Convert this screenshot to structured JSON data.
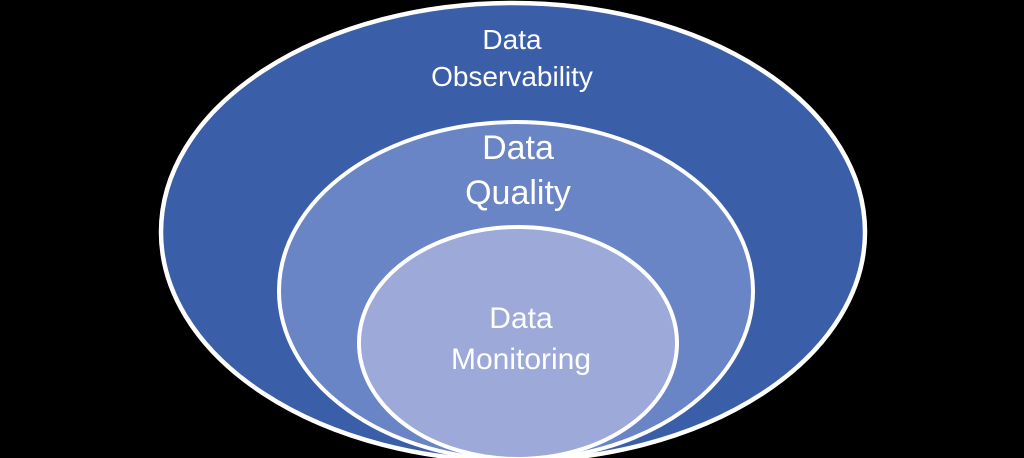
{
  "diagram": {
    "type": "nested-venn",
    "background_color": "#000000",
    "outline_color": "#FFFFFF",
    "text_color": "#FFFFFF",
    "layers": [
      {
        "id": "data-observability",
        "label": "Data\nObservability",
        "fill_color": "#3B5EA9",
        "level": "outer"
      },
      {
        "id": "data-quality",
        "label": "Data\nQuality",
        "fill_color": "#6A85C5",
        "level": "middle"
      },
      {
        "id": "data-monitoring",
        "label": "Data\nMonitoring",
        "fill_color": "#9DA9D9",
        "level": "inner"
      }
    ]
  }
}
